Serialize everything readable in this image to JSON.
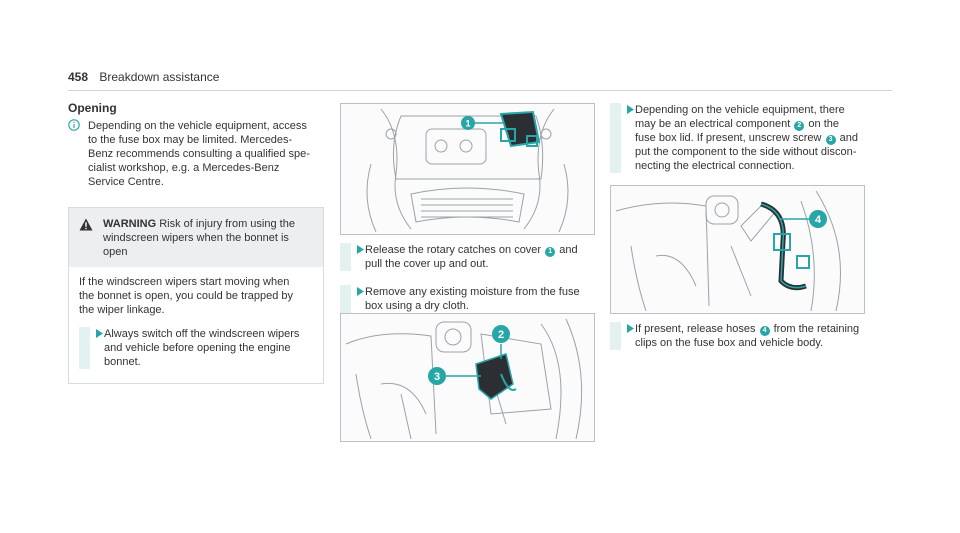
{
  "header": {
    "page_number": "458",
    "section_title": "Breakdown assistance"
  },
  "opening": {
    "heading": "Opening",
    "note_icon": "info-icon",
    "note_text": "Depending on the vehicle equipment, access\nto the fuse box may be limited. Mercedes-\nBenz recommends consulting a qualified spe-\ncialist workshop, e.g. a Mercedes-Benz\nService Centre."
  },
  "warning": {
    "title": "WARNING",
    "headline": "Risk of injury from using the\nwindscreen wipers when the bonnet is\nopen",
    "body": "If the windscreen wipers start moving when\nthe bonnet is open, you could be trapped by\nthe wiper linkage.",
    "step": "Always switch off the windscreen wipers\nand vehicle before opening the engine\nbonnet."
  },
  "figures": {
    "fig1_badges": [
      "1"
    ],
    "fig2_badges": [
      "2",
      "3"
    ],
    "fig3_badges": [
      "4"
    ]
  },
  "steps_col2": [
    {
      "pre": "Release the rotary catches on cover ",
      "badge": "1",
      "post": " and\npull the cover up and out."
    },
    {
      "pre": "Remove any existing moisture from the fuse\nbox using a dry cloth.",
      "badge": "",
      "post": ""
    }
  ],
  "steps_col3": {
    "s1_a": "Depending on the vehicle equipment, there\nmay be an electrical component ",
    "s1_b1": "2",
    "s1_c": " on the\nfuse box lid. If present, unscrew screw ",
    "s1_b2": "3",
    "s1_d": " and\nput the component to the side without discon-\nnecting the electrical connection.",
    "s2_a": "If present, release hoses ",
    "s2_b": "4",
    "s2_c": " from the retaining\nclips on the fuse box and vehicle body."
  },
  "colors": {
    "accent": "#27a6a8",
    "bar": "#e3f1f1",
    "warn_bg": "#eceef0"
  }
}
